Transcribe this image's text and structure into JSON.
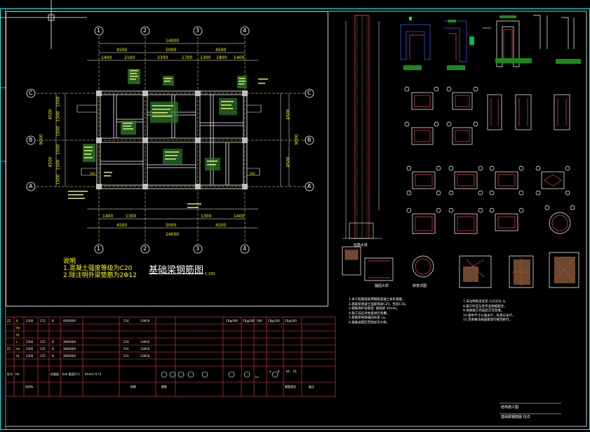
{
  "drawing": {
    "title": "基础梁钢筋图",
    "scale": "1:100",
    "notes_heading": "说明",
    "notes": [
      "1.混凝土强度等级为C20",
      "2.除注明外梁垫筋为2Φ12"
    ],
    "axis_numbers": [
      "1",
      "2",
      "3",
      "4"
    ],
    "axis_letters": [
      "C",
      "B",
      "A"
    ],
    "dim_top_total": "14000",
    "dim_top_spans": [
      "4500",
      "5000",
      "4500"
    ],
    "dim_top_parts": [
      "1400",
      "2100",
      "3300",
      "1700",
      "1300",
      "1800",
      "1400"
    ],
    "dim_bottom_total": "14000",
    "dim_bottom_spans": [
      "4500",
      "5000",
      "4500"
    ],
    "dim_bottom_parts": [
      "1400",
      "1300",
      "1300",
      "1400"
    ],
    "dim_left": [
      "4500",
      "4500"
    ],
    "dim_left_parts": [
      "1500",
      "1500",
      "1500",
      "1500",
      "1500",
      "1500"
    ],
    "dim_left_total": "9000",
    "dim_right": [
      "4500",
      "4500"
    ],
    "dim_right_total": "9000",
    "side_500": "500"
  },
  "detail_labels": {
    "column": "柱筋大样",
    "anchor": "锚固大样",
    "corner": "转角详图"
  },
  "schedule": {
    "rows": [
      {
        "id": "Z2",
        "type": "B",
        "a": "2300",
        "grade": "C25",
        "b": "B",
        "size": "400X600",
        "bar": "Σ16",
        "note": "12Φ16"
      },
      {
        "id": "",
        "type": "Ha",
        "a": "",
        "grade": "",
        "b": "",
        "size": "",
        "bar": "",
        "note": ""
      },
      {
        "id": "",
        "type": "Hj",
        "a": "",
        "grade": "",
        "b": "",
        "size": "",
        "bar": "",
        "note": ""
      },
      {
        "id": "Z1",
        "type": "L",
        "a": "2300",
        "grade": "C25",
        "b": "B",
        "size": "380X400",
        "bar": "Σ18",
        "note": "12Φ16"
      },
      {
        "id": "",
        "type": "Ha",
        "a": "2300",
        "grade": "C25",
        "b": "B",
        "size": "380X400",
        "bar": "Σ16",
        "note": "12Φ16"
      },
      {
        "id": "",
        "type": "Hj",
        "a": "2300",
        "grade": "C25",
        "b": "B",
        "size": "380X400",
        "bar": "Σ16",
        "note": "12Φ16"
      }
    ],
    "right_values": [
      "C8@200",
      "C8@200",
      "500",
      "C8@200",
      "C8@200"
    ],
    "header_bottom": [
      "柱号",
      "Ha",
      "Hj/Hb",
      "柱截面",
      "bxh 截面尺寸",
      "b1xh1 t1 t2",
      "纵筋",
      "箍筋",
      "备注",
      "a",
      "b",
      "b1",
      "h1",
      "Ln",
      "箍筋类型"
    ]
  },
  "right_notes": [
    "1.本工程基础采用钢筋混凝土条形基础。",
    "2.基础梁混凝土强度等级C25，垫层C10。",
    "3.钢筋保护层厚度: 基础梁 35mm。",
    "4.施工前应对地基进行验槽。",
    "5.基础梁纵筋锚固长度 La。",
    "6.箍筋加密区范围详见大样。",
    "7.未注明构造详见 11G101-3。",
    "8.施工时应与各专业图纸配合。",
    "9.地梁施工完成后方可回填。",
    "10.图中尺寸以毫米计，标高以米计。",
    "11.其余做法按国家现行规范执行。"
  ],
  "titleblock": [
    "结构施工图",
    "基础梁钢筋图 柱详"
  ]
}
